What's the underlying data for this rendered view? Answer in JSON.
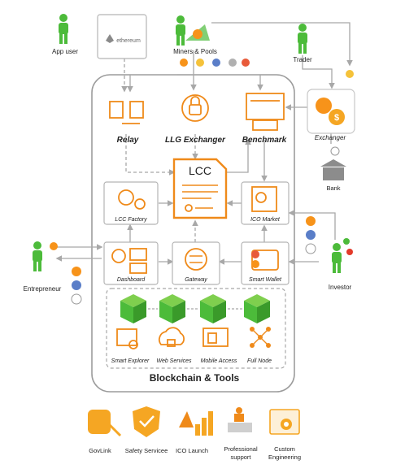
{
  "actors": {
    "app_user": "App user",
    "miners": "Miners & Pools",
    "trader": "Trader",
    "exchanger": "Exchanger",
    "bank": "Bank",
    "entrepreneur": "Entrepreneur",
    "investor": "Investor"
  },
  "ethereum_logo": "ethereum",
  "platform": {
    "relay": "Relay",
    "llg_exchanger": "LLG Exchanger",
    "benchmark": "Benchmark",
    "lcc": "LCC",
    "lcc_factory": "LCC Factory",
    "ico_market": "ICO Market",
    "dashboard": "Dashboard",
    "gateway": "Gateway",
    "smart_wallet": "Smart Wallet",
    "title": "Blockchain & Tools"
  },
  "tools": {
    "smart_explorer": "Smart Explorer",
    "web_services": "Web Services",
    "mobile_access": "Mobile Access",
    "full_node": "Full Node"
  },
  "services": {
    "govlink": "GovLink",
    "safety": "Safety Servicee",
    "ico_launch": "ICO Launch",
    "support_1": "Professional",
    "support_2": "support",
    "eng_1": "Custom",
    "eng_2": "Engineering"
  },
  "colors": {
    "accent": "#ef8a1a",
    "actor_green": "#4cbb3a",
    "bitcoin": "#f7931a",
    "connector": "#a8a8a8"
  }
}
